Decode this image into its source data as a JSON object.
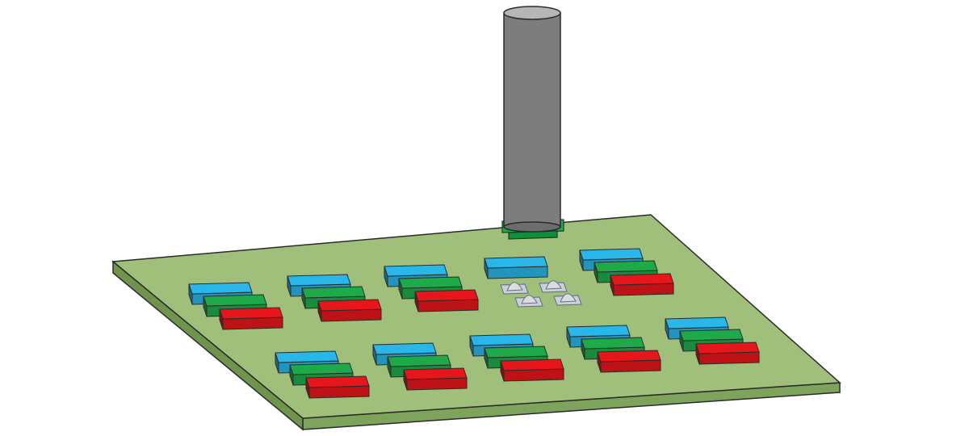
{
  "diagram": {
    "subject": "led-array-board-with-vertical-cylinder",
    "colors": {
      "background": "#ffffff",
      "board_top": "#9fbf7a",
      "board_side": "#7ea35a",
      "outline": "#2b2b2b",
      "cylinder": "#7d7d7d",
      "cylinder_top": "#b6b6b6",
      "pad": "#14b24a",
      "blue": "#29b6e8",
      "green": "#1faa4a",
      "red": "#e6161b",
      "dome": "#d9dce2",
      "dome_base": "#c7d0dc"
    },
    "led_groups": [
      {
        "row": 1,
        "col": 1,
        "kind": "rgb-stack"
      },
      {
        "row": 1,
        "col": 2,
        "kind": "rgb-stack"
      },
      {
        "row": 1,
        "col": 3,
        "kind": "rgb-stack"
      },
      {
        "row": 1,
        "col": 4,
        "kind": "blue-with-four-domes"
      },
      {
        "row": 1,
        "col": 5,
        "kind": "rgb-stack"
      },
      {
        "row": 2,
        "col": 1,
        "kind": "rgb-stack"
      },
      {
        "row": 2,
        "col": 2,
        "kind": "rgb-stack"
      },
      {
        "row": 2,
        "col": 3,
        "kind": "rgb-stack"
      },
      {
        "row": 2,
        "col": 4,
        "kind": "rgb-stack"
      },
      {
        "row": 2,
        "col": 5,
        "kind": "rgb-stack"
      }
    ]
  }
}
